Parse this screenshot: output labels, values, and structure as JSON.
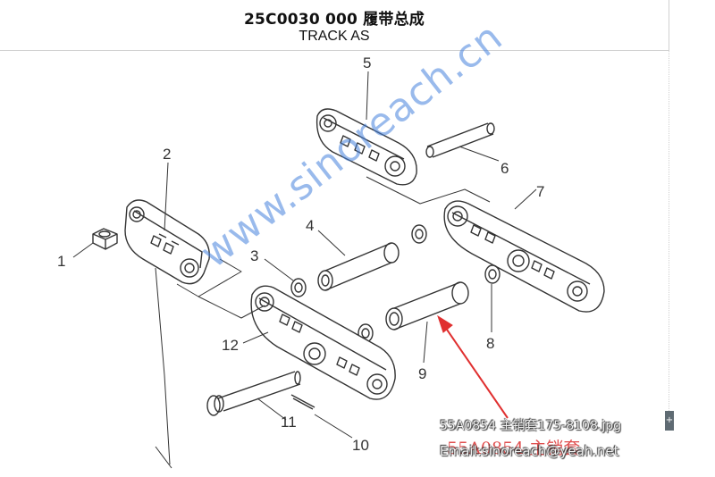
{
  "title": {
    "main": "25C0030 000  履带总成",
    "sub": "TRACK AS"
  },
  "callouts": [
    "1",
    "2",
    "3",
    "4",
    "5",
    "6",
    "7",
    "8",
    "9",
    "10",
    "11",
    "12"
  ],
  "watermark": "www.sinoreach.cn",
  "caption": "55A0854 主销套175-8108.jpg",
  "red_label": "55A0854  主销套",
  "email": "Email:sinoreach@yeah.net",
  "colors": {
    "line": "#333333",
    "watermark": "#4682dc",
    "arrow": "#e03030",
    "red_label": "#e05050"
  },
  "icons": {
    "expand": "expand-icon"
  }
}
